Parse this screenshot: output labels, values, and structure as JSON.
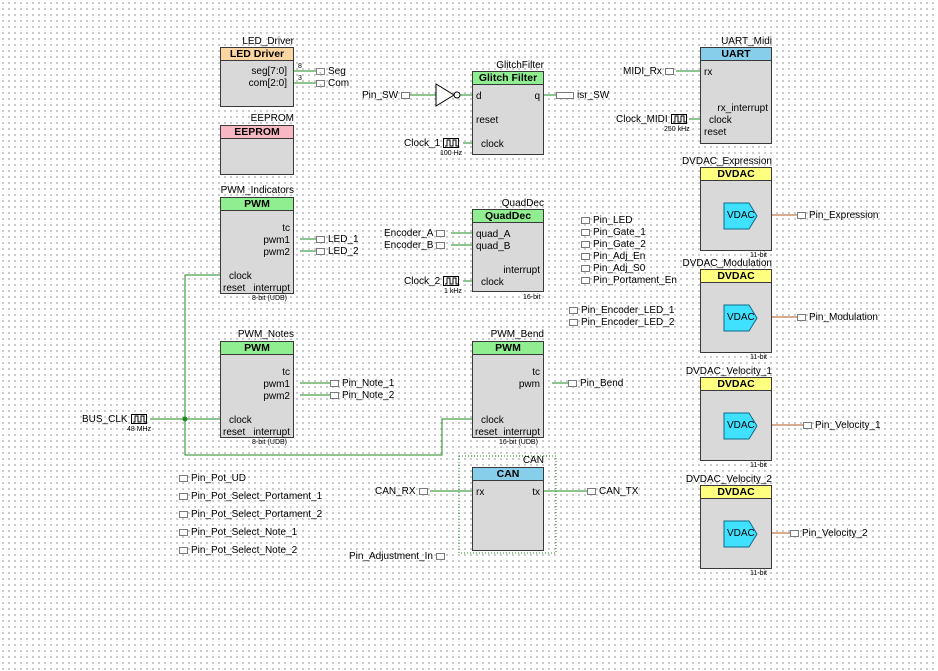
{
  "colors": {
    "wire": "#1e8a1e",
    "led": "#fbd6a0",
    "eeprom": "#f8b7c3",
    "pwm": "#90ee90",
    "dvdac": "#ffff80",
    "uart": "#87ceeb",
    "vdac": "#40e0ff"
  },
  "led_driver": {
    "title": "LED_Driver",
    "header": "LED Driver",
    "p1": "seg[7:0]",
    "p2": "com[2:0]",
    "b1": "8",
    "b2": "3",
    "out1": "Seg",
    "out2": "Com"
  },
  "eeprom": {
    "title": "EEPROM",
    "header": "EEPROM"
  },
  "pwm_ind": {
    "title": "PWM_Indicators",
    "header": "PWM",
    "tc": "tc",
    "pwm1": "pwm1",
    "pwm2": "pwm2",
    "clock": "clock",
    "reset": "reset",
    "interrupt": "interrupt",
    "sub": "8-bit (UDB)",
    "out1": "LED_1",
    "out2": "LED_2"
  },
  "pwm_notes": {
    "title": "PWM_Notes",
    "header": "PWM",
    "tc": "tc",
    "pwm1": "pwm1",
    "pwm2": "pwm2",
    "clock": "clock",
    "reset": "reset",
    "interrupt": "interrupt",
    "sub": "8-bit (UDB)",
    "out1": "Pin_Note_1",
    "out2": "Pin_Note_2"
  },
  "pwm_bend": {
    "title": "PWM_Bend",
    "header": "PWM",
    "tc": "tc",
    "pwm": "pwm",
    "clock": "clock",
    "reset": "reset",
    "interrupt": "interrupt",
    "sub": "16-bit (UDB)",
    "out": "Pin_Bend"
  },
  "glitch": {
    "title": "GlitchFilter",
    "header": "Glitch Filter",
    "d": "d",
    "q": "q",
    "reset": "reset",
    "clock": "clock",
    "in": "Pin_SW",
    "out": "isr_SW",
    "clk": "Clock_1",
    "clk_freq": "100 Hz"
  },
  "quad": {
    "title": "QuadDec",
    "header": "QuadDec",
    "a": "quad_A",
    "b": "quad_B",
    "interrupt": "interrupt",
    "clock": "clock",
    "sub": "16-bit",
    "in_a": "Encoder_A",
    "in_b": "Encoder_B",
    "clk": "Clock_2",
    "clk_freq": "1 kHz"
  },
  "uart": {
    "title": "UART_Midi",
    "header": "UART",
    "rx": "rx",
    "rx_int": "rx_interrupt",
    "clock": "clock",
    "reset": "reset",
    "in": "MIDI_Rx",
    "clk": "Clock_MIDI",
    "clk_freq": "250 kHz"
  },
  "can": {
    "title": "CAN",
    "header": "CAN",
    "rx": "rx",
    "tx": "tx",
    "in": "CAN_RX",
    "out": "CAN_TX"
  },
  "bus_clk": {
    "label": "BUS_CLK",
    "freq": "48 MHz"
  },
  "dvdac": [
    {
      "title": "DVDAC_Expression",
      "header": "DVDAC",
      "vdac": "VDAC",
      "sub": "11-bit",
      "out": "Pin_Expression"
    },
    {
      "title": "DVDAC_Modulation",
      "header": "DVDAC",
      "vdac": "VDAC",
      "sub": "11-bit",
      "out": "Pin_Modulation"
    },
    {
      "title": "DVDAC_Velocity_1",
      "header": "DVDAC",
      "vdac": "VDAC",
      "sub": "11-bit",
      "out": "Pin_Velocity_1"
    },
    {
      "title": "DVDAC_Velocity_2",
      "header": "DVDAC",
      "vdac": "VDAC",
      "sub": "11-bit",
      "out": "Pin_Velocity_2"
    }
  ],
  "pins_mid": [
    "Pin_LED",
    "Pin_Gate_1",
    "Pin_Gate_2",
    "Pin_Adj_En",
    "Pin_Adj_S0",
    "Pin_Portament_En"
  ],
  "pins_enc": [
    "Pin_Encoder_LED_1",
    "Pin_Encoder_LED_2"
  ],
  "pins_pot": [
    "Pin_Pot_UD",
    "Pin_Pot_Select_Portament_1",
    "Pin_Pot_Select_Portament_2",
    "Pin_Pot_Select_Note_1",
    "Pin_Pot_Select_Note_2"
  ],
  "pin_adj": "Pin_Adjustment_In"
}
